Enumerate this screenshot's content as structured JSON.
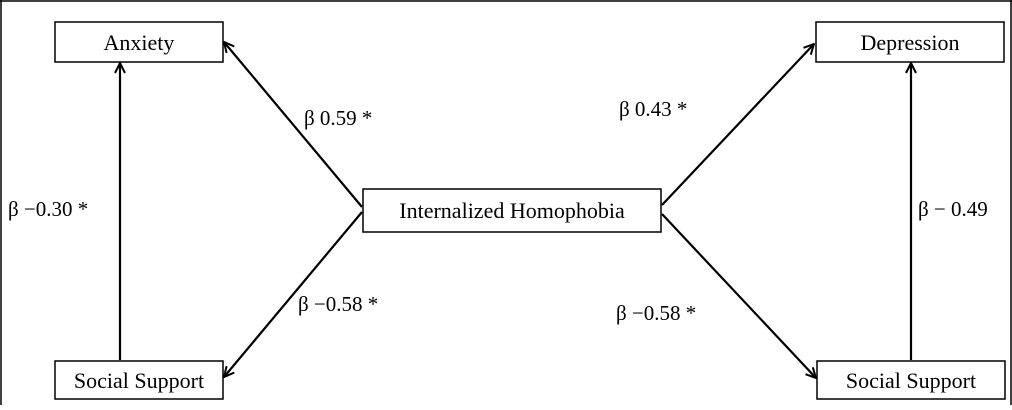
{
  "diagram": {
    "nodes": {
      "anxiety": {
        "label": "Anxiety"
      },
      "depression": {
        "label": "Depression"
      },
      "center": {
        "label": "Internalized Homophobia"
      },
      "social_support_left": {
        "label": "Social Support"
      },
      "social_support_right": {
        "label": "Social Support"
      }
    },
    "edges": {
      "center_to_anxiety": {
        "label": "β 0.59 *"
      },
      "center_to_depression": {
        "label": "β 0.43 *"
      },
      "center_to_social_left": {
        "label": "β −0.58 *"
      },
      "center_to_social_right": {
        "label": "β −0.58 *"
      },
      "social_left_to_anxiety": {
        "label": "β −0.30 *"
      },
      "social_right_to_depression": {
        "label": "β − 0.49"
      }
    },
    "colors": {
      "line": "#000000",
      "box_fill": "#ffffff",
      "background": "#ffffff"
    }
  }
}
